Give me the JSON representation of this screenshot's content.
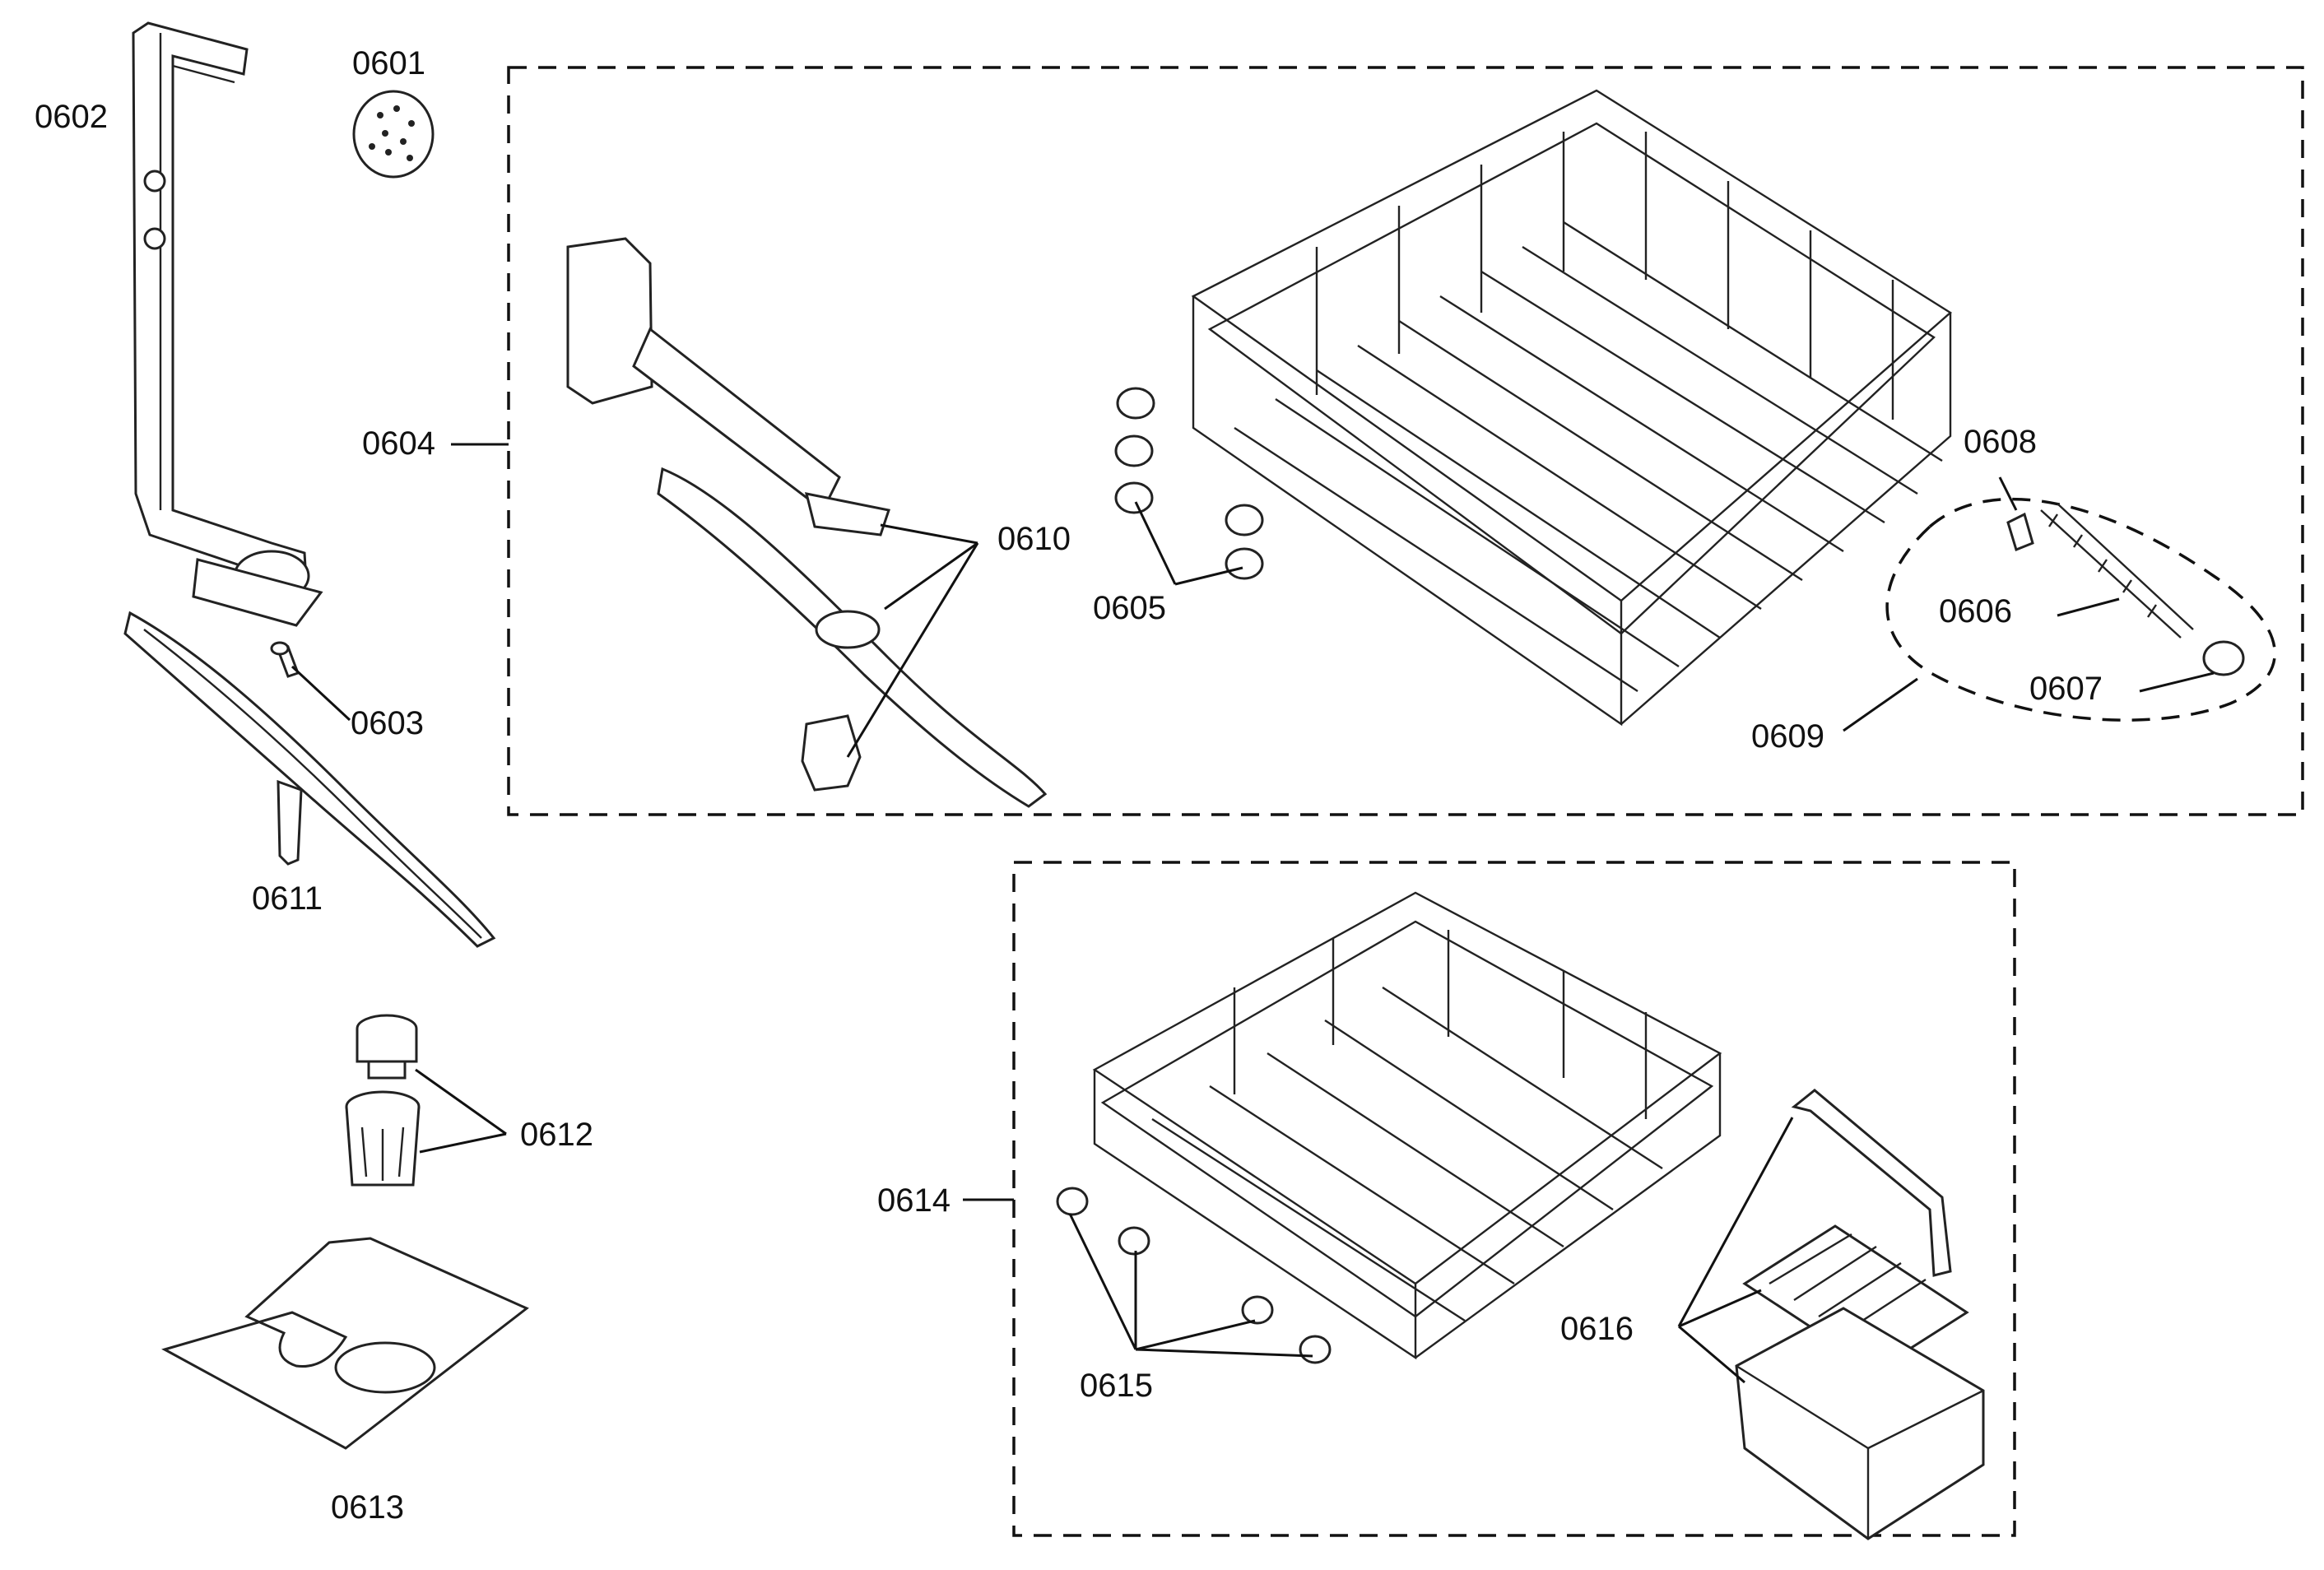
{
  "callouts": {
    "c0601": "0601",
    "c0602": "0602",
    "c0603": "0603",
    "c0604": "0604",
    "c0605": "0605",
    "c0606": "0606",
    "c0607": "0607",
    "c0608": "0608",
    "c0609": "0609",
    "c0610": "0610",
    "c0611": "0611",
    "c0612": "0612",
    "c0613": "0613",
    "c0614": "0614",
    "c0615": "0615",
    "c0616": "0616"
  }
}
